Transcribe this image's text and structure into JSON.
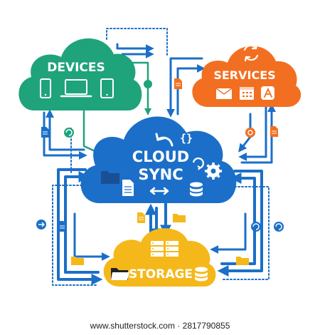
{
  "clouds": {
    "devices": {
      "label": "DEVICES",
      "color": "#1fa37a"
    },
    "services": {
      "label": "SERVICES",
      "color": "#f26f21"
    },
    "cloud_sync": {
      "line1": "CLOUD",
      "line2": "SYNC",
      "color": "#1b6fc8"
    },
    "storage": {
      "label": "STORAGE",
      "color": "#f5b81b"
    }
  },
  "connector_color": "#1b6fc8",
  "accent_green": "#1fa37a",
  "accent_orange": "#f26f21",
  "icons": {
    "devices": [
      "smartphone-icon",
      "laptop-icon",
      "tablet-icon"
    ],
    "services": [
      "refresh-icon",
      "mail-icon",
      "calendar-icon",
      "app-store-icon"
    ],
    "cloud_sync": [
      "undo-arrow-icon",
      "code-braces-icon",
      "folder-icon",
      "document-icon",
      "swap-arrows-icon",
      "database-icon",
      "sync-icon",
      "gear-icon"
    ],
    "storage": [
      "server-rack-icon",
      "folder-icon",
      "database-icon"
    ]
  },
  "watermark": "www.shutterstock.com · 2817790855"
}
